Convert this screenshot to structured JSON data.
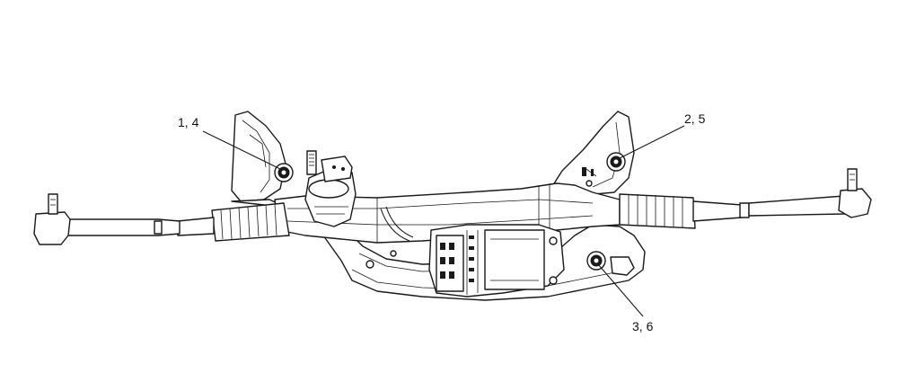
{
  "callouts": [
    {
      "id": "callout-1-4",
      "label": "1, 4"
    },
    {
      "id": "callout-2-5",
      "label": "2, 5"
    },
    {
      "id": "callout-3-6",
      "label": "3, 6"
    }
  ],
  "colors": {
    "line": "#1a1a1a",
    "background": "#ffffff"
  }
}
